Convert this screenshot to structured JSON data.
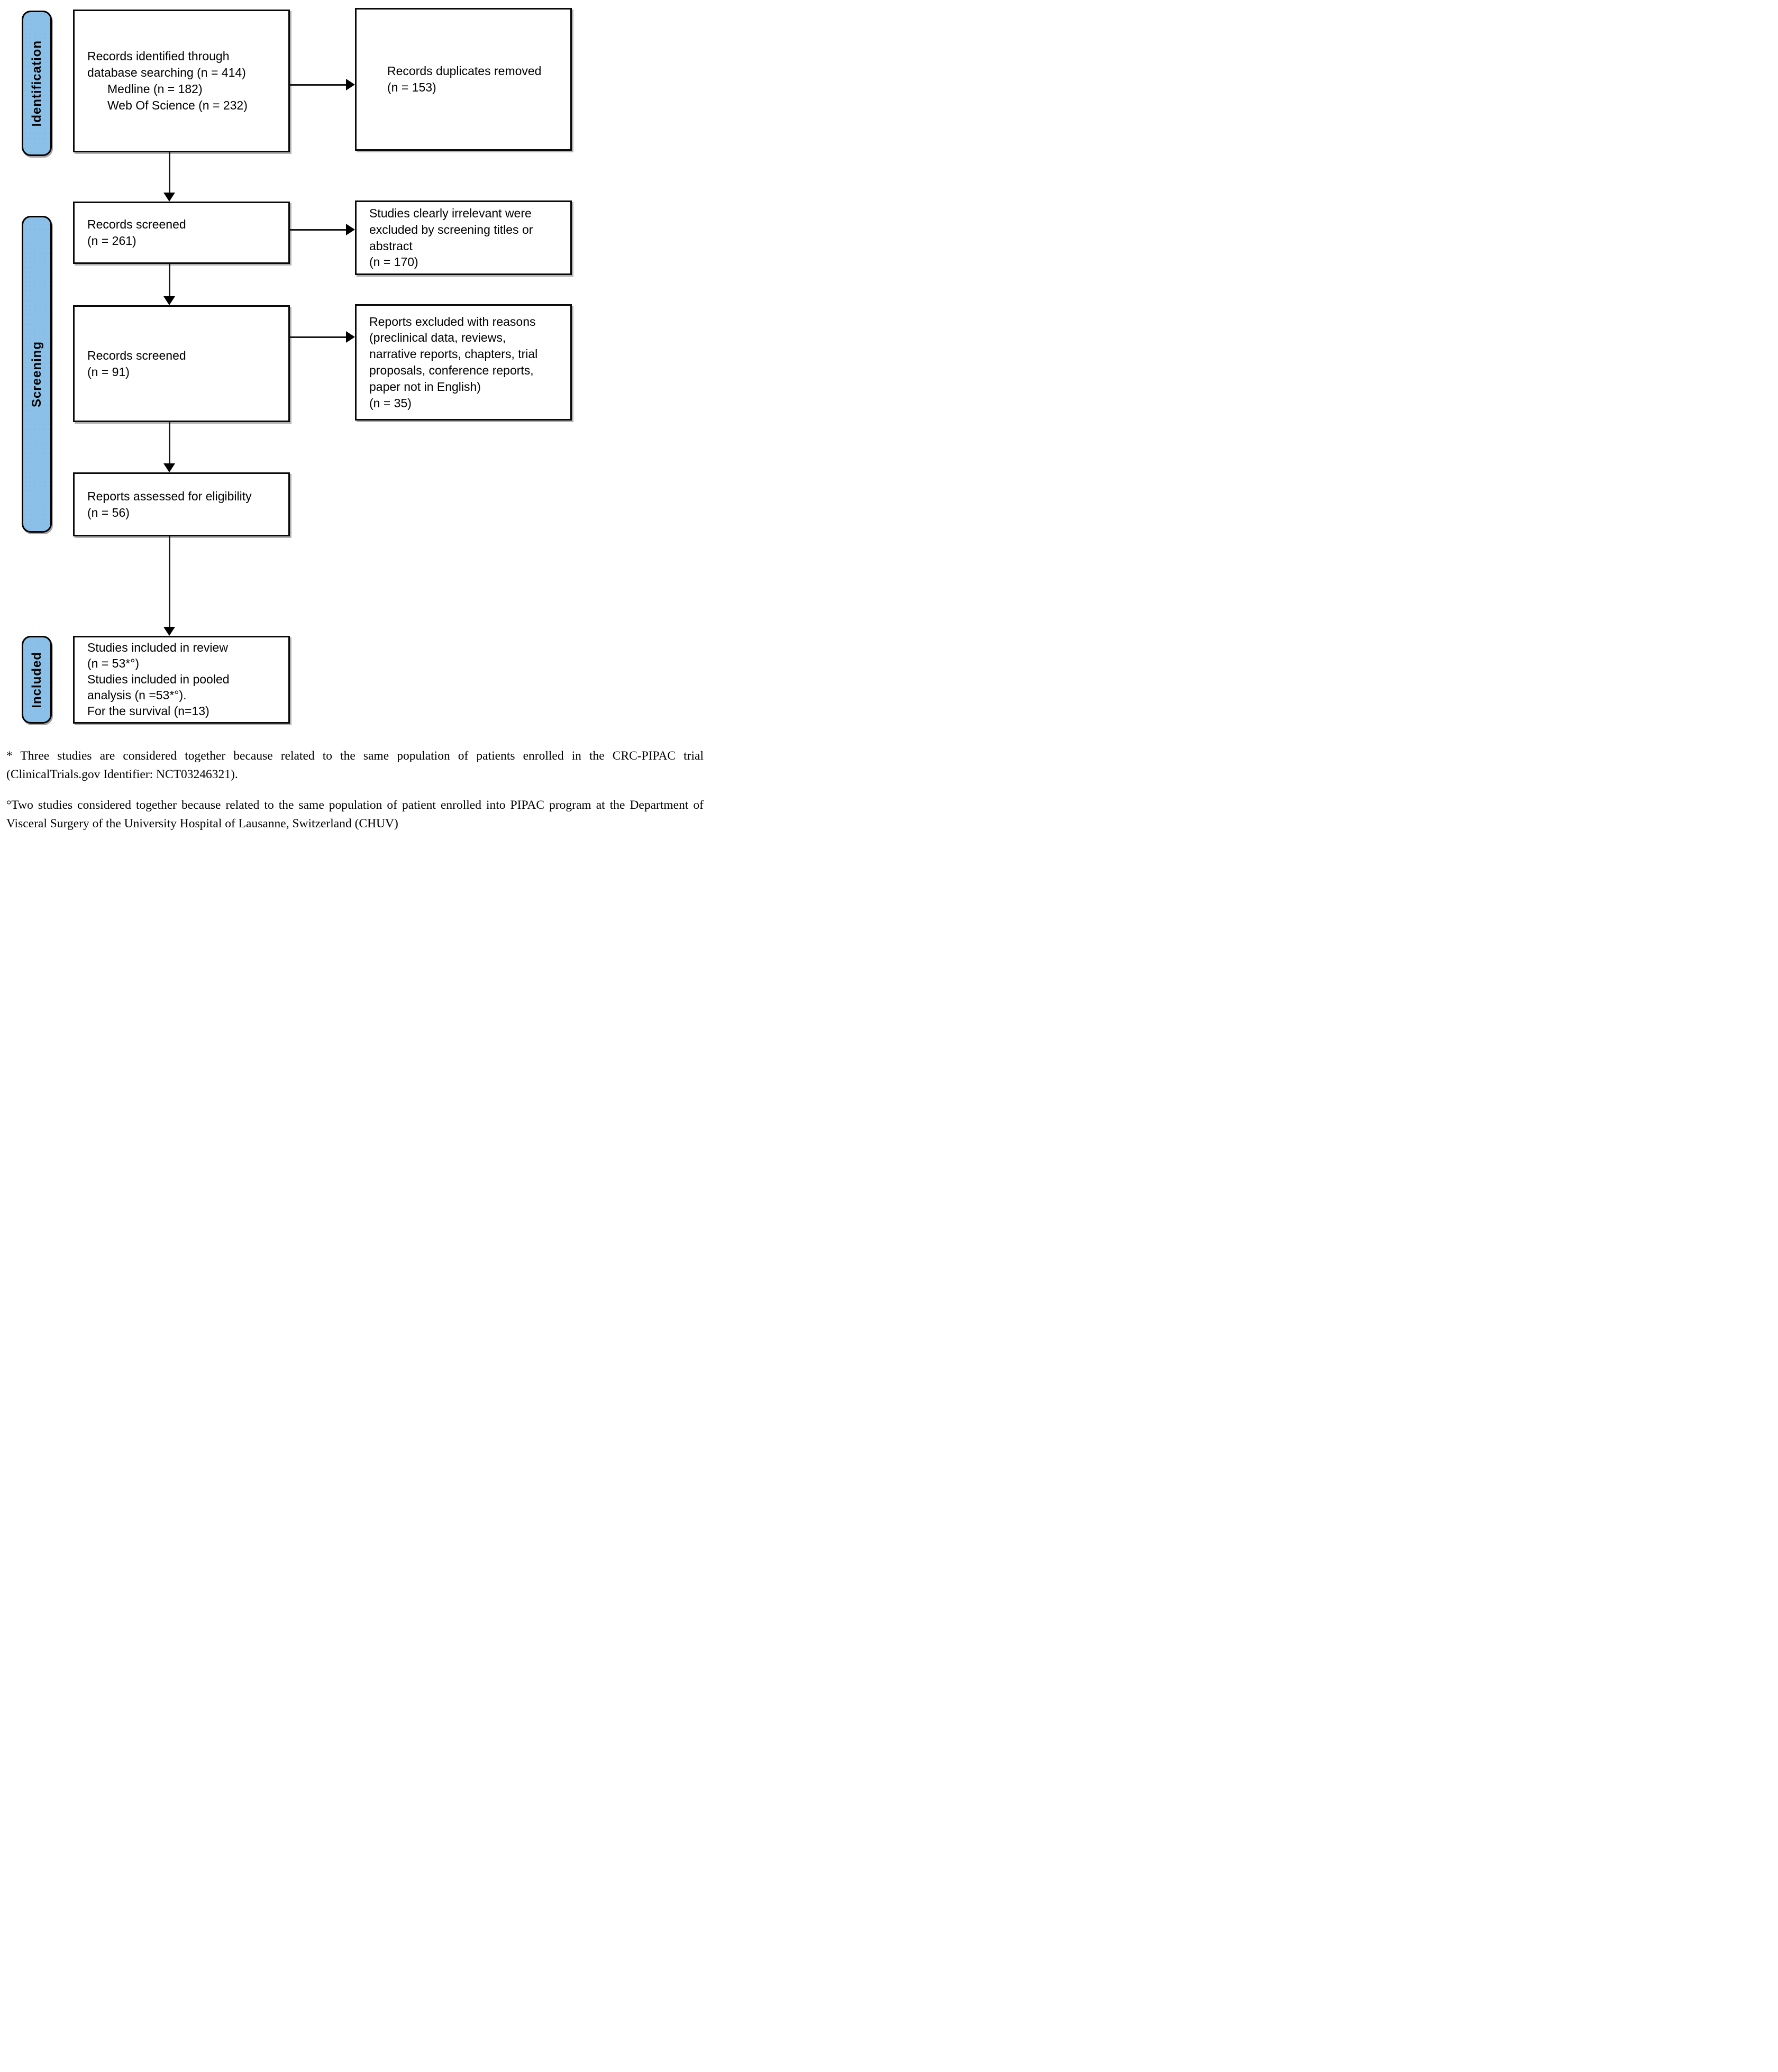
{
  "stages": {
    "identification": "Identification",
    "screening": "Screening",
    "included": "Included"
  },
  "boxes": {
    "records_identified": {
      "lines": [
        "Records identified through",
        "database searching (n = 414)",
        "Medline (n = 182)",
        "Web Of Science (n = 232)"
      ]
    },
    "duplicates_removed": {
      "lines": [
        "Records duplicates removed",
        "(n = 153)"
      ]
    },
    "records_screened_1": {
      "lines": [
        "Records screened",
        "(n = 261)"
      ]
    },
    "irrelevant_excluded": {
      "lines": [
        "Studies clearly irrelevant were",
        "excluded by screening titles or",
        "abstract",
        "(n = 170)"
      ]
    },
    "records_screened_2": {
      "lines": [
        "Records screened",
        "(n = 91)"
      ]
    },
    "reports_excluded": {
      "lines": [
        "Reports excluded with reasons",
        "(preclinical data, reviews,",
        "narrative reports, chapters, trial",
        "proposals, conference reports,",
        "paper not in English)",
        "(n = 35)"
      ]
    },
    "reports_assessed": {
      "lines": [
        "Reports assessed for eligibility",
        "(n = 56)"
      ]
    },
    "studies_included": {
      "lines": [
        "Studies included in review",
        "(n = 53*°)",
        "Studies included in pooled",
        "analysis (n =53*°).",
        "For the survival (n=13)"
      ]
    }
  },
  "footnotes": [
    "* Three studies are considered together because related to the same population of patients enrolled in the CRC-PIPAC trial (ClinicalTrials.gov Identifier: NCT03246321).",
    "°Two studies considered together because related to the same population of patient enrolled into PIPAC program at the Department of Visceral Surgery of the University Hospital of Lausanne, Switzerland (CHUV)"
  ],
  "colors": {
    "stage_fill": "#8bc1e8",
    "border": "#000000",
    "arrow": "#161616"
  }
}
